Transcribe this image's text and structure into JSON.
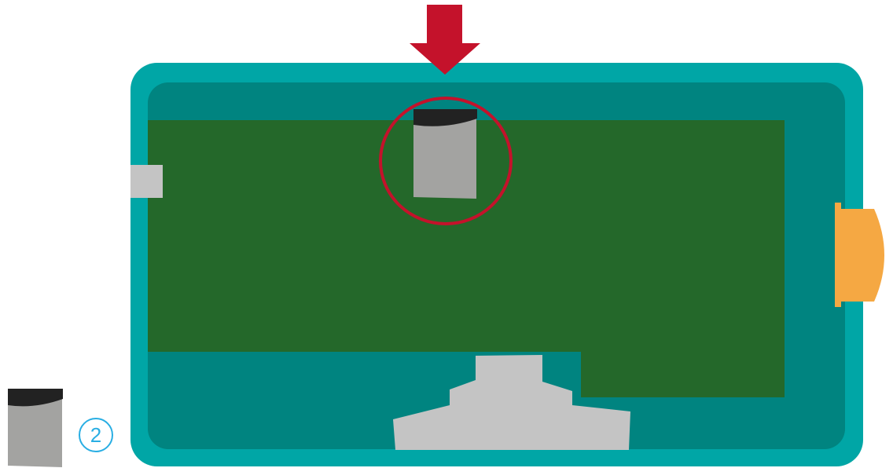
{
  "diagram": {
    "step_label": "2",
    "colors": {
      "casing_outer": "#00a6a6",
      "casing_inner": "#008480",
      "circuit_board": "#24682a",
      "component_gray": "#a3a3a1",
      "connector_light": "#c4c4c4",
      "component_cap": "#222222",
      "highlight_red": "#c4122b",
      "port_orange": "#f5a843",
      "step_circle": "#29aee3"
    },
    "icons": {
      "arrow": "down-arrow-icon",
      "highlight": "highlight-circle",
      "step_badge": "step-badge"
    }
  }
}
